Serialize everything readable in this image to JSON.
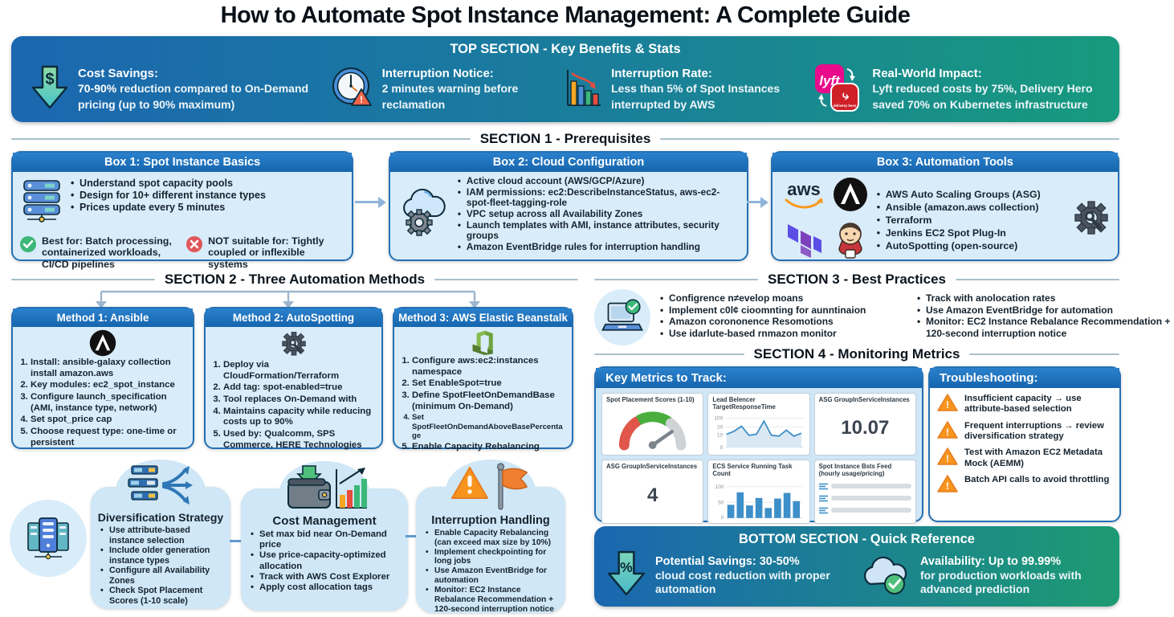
{
  "title": "How to Automate Spot Instance Management: A Complete Guide",
  "colors": {
    "header_blue": "#1a73c4",
    "gradient_left": "#1b67b0",
    "gradient_right": "#179a7d",
    "panel_body_blue": "#d9ecf9",
    "warning_orange": "#f7941d",
    "success_green": "#34a46c",
    "error_red": "#e0565a",
    "chart_blue": "#3d8fc9"
  },
  "top": {
    "header": "TOP SECTION - Key Benefits & Stats",
    "items": [
      {
        "title": "Cost Savings:",
        "strong": "70-90%",
        "text": " reduction compared to On-Demand pricing (up to 90% maximum)"
      },
      {
        "title": "Interruption Notice:",
        "text": "2 minutes warning before reclamation"
      },
      {
        "title": "Interruption Rate:",
        "text": "Less than 5% of Spot Instances interrupted by AWS"
      },
      {
        "title": "Real-World Impact:",
        "text": "Lyft reduced costs by 75%, Delivery Hero saved 70% on Kubernetes infrastructure"
      }
    ],
    "logo_labels": {
      "lyft": "lyft",
      "delivery_hero": "delivery hero"
    }
  },
  "section1": {
    "header": "SECTION 1 - Prerequisites",
    "box1": {
      "title": "Box 1: Spot Instance Basics",
      "bullets": [
        "Understand spot capacity pools",
        "Design for 10+ different instance types",
        "Prices update every 5 minutes"
      ],
      "best_label": "Best for:",
      "best_text": " Batch processing, containerized workloads, CI/CD pipelines",
      "not_label": "NOT suitable for:",
      "not_text": " Tightly coupled or inflexible systems"
    },
    "box2": {
      "title": "Box 2: Cloud Configuration",
      "bullets": [
        "Active cloud account (AWS/GCP/Azure)",
        "IAM permissions: ec2:DescribeInstanceStatus, aws-ec2-spot-fleet-tagging-role",
        "VPC setup across all Availability Zones",
        "Launch templates with AMI, instance attributes, security groups",
        "Amazon EventBridge rules for interruption handling"
      ]
    },
    "box3": {
      "title": "Box 3: Automation Tools",
      "aws_label": "aws",
      "bullets": [
        "AWS Auto Scaling Groups (ASG)",
        "Ansible (amazon.aws collection)",
        "Terraform",
        "Jenkins EC2 Spot Plug-In",
        "AutoSpotting (open-source)"
      ]
    }
  },
  "section2": {
    "header": "SECTION 2 - Three Automation Methods",
    "methods": [
      {
        "title": "Method 1: Ansible",
        "steps": [
          "Install: ansible-galaxy collection install amazon.aws",
          "Key modules: ec2_spot_instance",
          "Configure launch_specification (AMI, instance type, network)",
          "Set spot_price cap",
          "Choose request type: one-time or persistent"
        ]
      },
      {
        "title": "Method 2: AutoSpotting",
        "steps": [
          "Deploy via CloudFormation/Terraform",
          "Add tag: spot-enabled=true",
          "Tool replaces On-Demand with",
          "Maintains capacity while reducing costs up to 90%",
          "Used by: Qualcomm, SPS Commerce, HERE Technologies"
        ]
      },
      {
        "title": "Method 3: AWS Elastic Beanstalk",
        "steps": [
          "Configure aws:ec2:instances namespace",
          "Set EnableSpot=true",
          "Define SpotFleetOnDemandBase (minimum On-Demand)",
          "Set SpotFleetOnDemandAboveBasePercentage",
          "Enable Capacity Rebalancing"
        ]
      }
    ]
  },
  "section3": {
    "header": "SECTION 3 - Best Practices",
    "left_bullets": [
      "Configrence n≠evelop moans",
      "Implement c0l¢ cioomnting for aunntinaion",
      "Amazon corononence Resomotions",
      "Use idarlute-based rnmazon monitor"
    ],
    "right_bullets": [
      "Track with anolocation rates",
      "Use Amazon EventBridge for automation",
      "Monitor: EC2 Instance Rebalance Recommendation + 120-second interruption notice"
    ]
  },
  "section4": {
    "header": "SECTION 4 - Monitoring Metrics",
    "key_metrics": {
      "title": "Key Metrics to Track:",
      "cards": [
        {
          "label": "Spot Placement Scores (1-10)",
          "type": "gauge"
        },
        {
          "label": "Lead Belencer TargetResponseTime",
          "type": "line",
          "yticks": [
            "100",
            "20",
            "10",
            "0"
          ],
          "values": [
            13,
            16,
            21,
            12,
            13,
            26,
            12,
            11,
            17,
            11,
            14
          ]
        },
        {
          "label": "ASG GroupInServiceInstances",
          "type": "number",
          "value": "10.07"
        },
        {
          "label": "ASG GroupInServiceInstances",
          "type": "number",
          "value": "4"
        },
        {
          "label": "ECS Service Running Task Count",
          "type": "bar",
          "yticks": [
            "100",
            "50",
            "0"
          ],
          "values": [
            42,
            82,
            40,
            64,
            32,
            62,
            80,
            54
          ]
        },
        {
          "label": "Spot Instance Bsts Feed (hourly usage/pricing)",
          "type": "list",
          "rows": 3
        }
      ]
    },
    "troubleshooting": {
      "title": "Troubleshooting:",
      "items": [
        "Insufficient capacity → use attribute-based selection",
        "Frequent interruptions → review diversification strategy",
        "Test with Amazon EC2 Metadata Mock (AEMM)",
        "Batch API calls to avoid throttling"
      ]
    }
  },
  "bottom": {
    "header": "BOTTOM SECTION - Quick Reference",
    "items": [
      {
        "strong": "Potential Savings: 30-50%",
        "text": "cloud cost reduction with proper automation"
      },
      {
        "strong": "Availability: Up to 99.99%",
        "text": "for production workloads with advanced prediction"
      }
    ]
  },
  "strategies": [
    {
      "title": "Diversification Strategy",
      "bullets": [
        "Use attribute-based instance selection",
        "Include older generation instance types",
        "Configure all Availability Zones",
        "Check Spot Placement Scores (1-10 scale)"
      ]
    },
    {
      "title": "Cost Management",
      "bullets": [
        "Set max bid near On-Demand price",
        "Use price-capacity-optimized allocation",
        "Track with AWS Cost Explorer",
        "Apply cost allocation tags"
      ]
    },
    {
      "title": "Interruption Handling",
      "bullets": [
        "Enable Capacity Rebalancing (can exceed max size by 10%)",
        "Implement checkpointing for long jobs",
        "Use Amazon EventBridge for automation",
        "Monitor: EC2 Instance Rebalance Recommendation + 120-second interruption notice"
      ]
    }
  ]
}
